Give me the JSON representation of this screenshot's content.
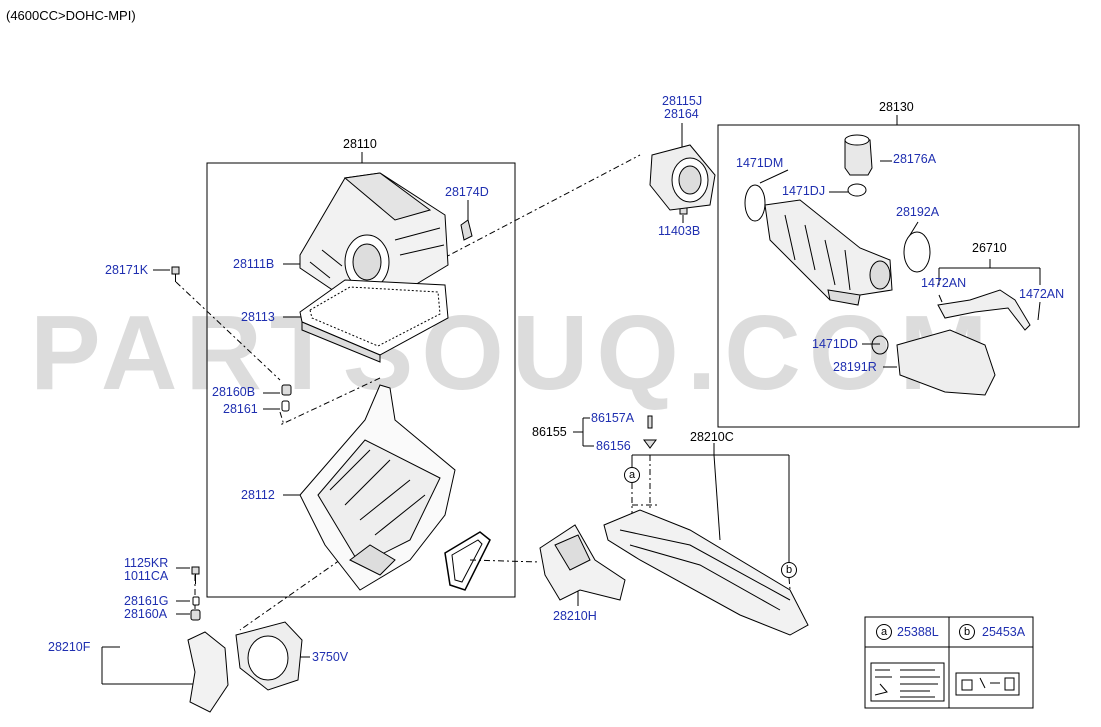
{
  "header": "(4600CC>DOHC-MPI)",
  "watermark": "PARTSOUQ.COM",
  "parts": {
    "p28110": "28110",
    "p28115J": "28115J",
    "p28164": "28164",
    "p28130": "28130",
    "p28174D": "28174D",
    "p28111B": "28111B",
    "p28171K": "28171K",
    "p28113": "28113",
    "p28160B": "28160B",
    "p28161": "28161",
    "p28112": "28112",
    "p11403B": "11403B",
    "p1471DM": "1471DM",
    "p1471DJ": "1471DJ",
    "p28176A": "28176A",
    "p28192A": "28192A",
    "p26710": "26710",
    "p1472AN_a": "1472AN",
    "p1472AN_b": "1472AN",
    "p1471DD": "1471DD",
    "p28191R": "28191R",
    "p86157A": "86157A",
    "p86155": "86155",
    "p86156": "86156",
    "p28210C": "28210C",
    "p1125KR": "1125KR",
    "p1011CA": "1011CA",
    "p28161G": "28161G",
    "p28160A": "28160A",
    "p28210F": "28210F",
    "p3750V": "3750V",
    "p28210H": "28210H"
  },
  "callouts": {
    "a": "a",
    "b": "b"
  },
  "legend": {
    "a_letter": "a",
    "a_part": "25388L",
    "b_letter": "b",
    "b_part": "25453A"
  }
}
